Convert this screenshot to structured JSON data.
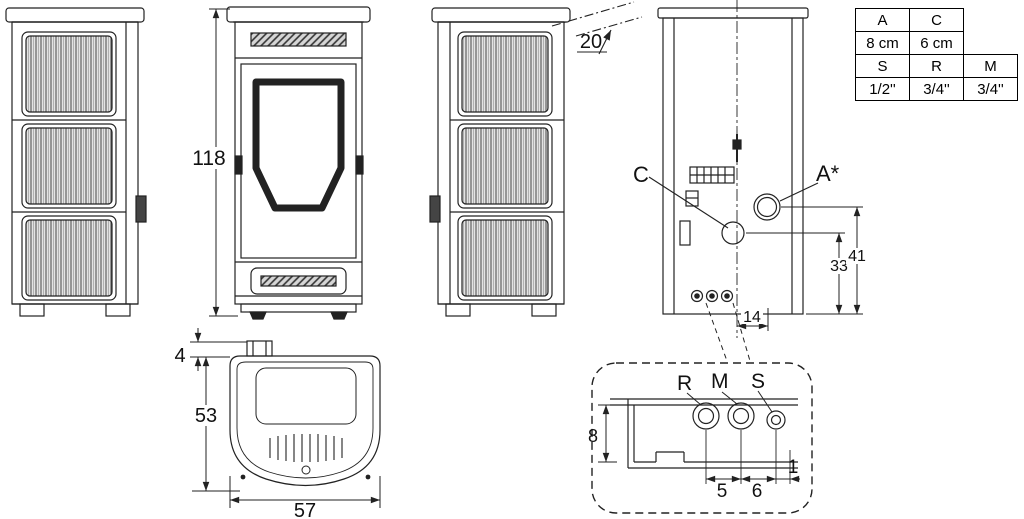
{
  "colors": {
    "line": "#222222",
    "background": "#ffffff"
  },
  "dimensions": {
    "height": "118",
    "flue_offset": "20",
    "c_height": "33",
    "a_height": "41",
    "a_offset": "14",
    "flue_depth": "4",
    "depth": "53",
    "width": "57",
    "conn_height": "8",
    "dim_r_m": "5",
    "dim_m_s": "6",
    "dim_s_edge": "1"
  },
  "labels": {
    "c": "C",
    "a_star": "A*",
    "r": "R",
    "m": "M",
    "s": "S"
  },
  "table": {
    "rows": [
      {
        "cells": [
          "A",
          "C"
        ]
      },
      {
        "cells": [
          "8 cm",
          "6 cm"
        ]
      },
      {
        "cells": [
          "S",
          "R",
          "M"
        ]
      },
      {
        "cells": [
          "1/2''",
          "3/4''",
          "3/4''"
        ]
      }
    ]
  }
}
